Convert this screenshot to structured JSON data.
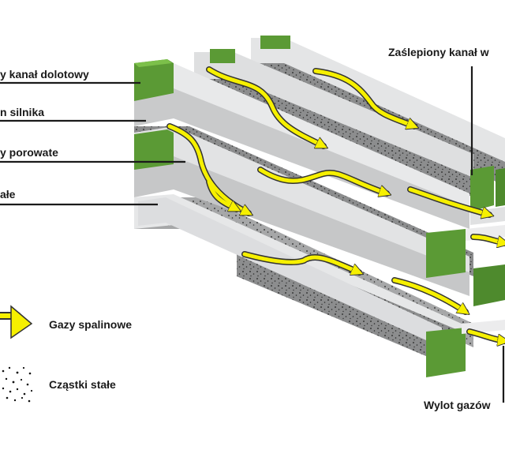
{
  "labels": {
    "inlet_channel": "y kanał dolotowy",
    "engine": "n silnika",
    "porous_walls": "y porowate",
    "solids": "ałe",
    "blocked_channel": "Zaślepiony kanał w",
    "outlet": "Wylot gazów"
  },
  "legend": {
    "exhaust_gases": "Gazy spalinowe",
    "solid_particles": "Cząstki stałe"
  },
  "colors": {
    "plug_green": "#5b9a35",
    "wall_light": "#d9dadb",
    "porous_dark": "#8a8b8c",
    "arrow_yellow": "#f6f000",
    "line": "#1a1a1a"
  }
}
